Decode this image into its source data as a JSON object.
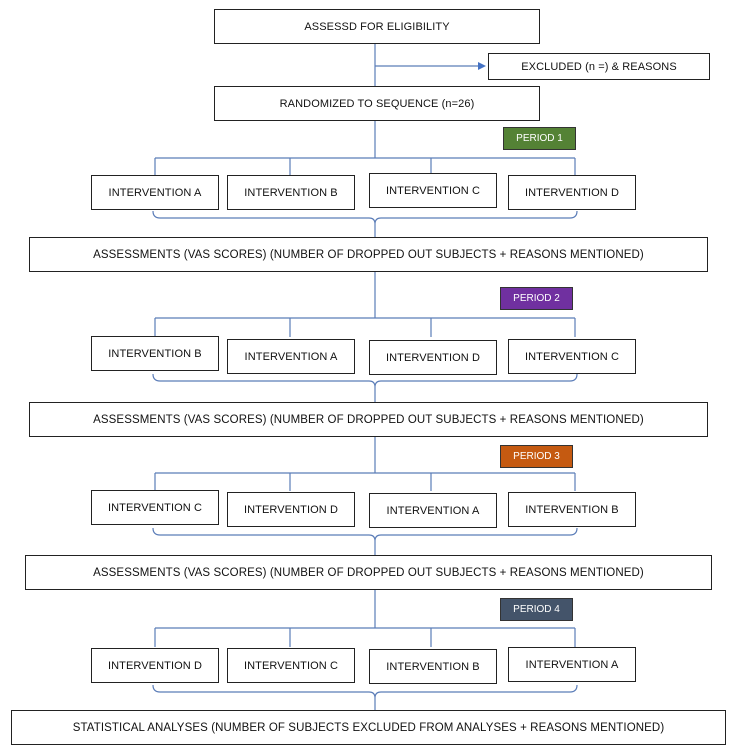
{
  "top": {
    "assessed": "ASSESSD FOR ELIGIBILITY",
    "excluded": "EXCLUDED (n =) & REASONS",
    "randomized": "RANDOMIZED TO SEQUENCE (n=26)"
  },
  "periods": [
    {
      "label": "PERIOD 1",
      "color": "#548235",
      "interventions": [
        "INTERVENTION A",
        "INTERVENTION B",
        "INTERVENTION C",
        "INTERVENTION D"
      ],
      "assessment": "ASSESSMENTS (VAS SCORES) (NUMBER OF DROPPED OUT SUBJECTS + REASONS MENTIONED)"
    },
    {
      "label": "PERIOD 2",
      "color": "#7030A0",
      "interventions": [
        "INTERVENTION B",
        "INTERVENTION A",
        "INTERVENTION D",
        "INTERVENTION C"
      ],
      "assessment": "ASSESSMENTS (VAS SCORES) (NUMBER OF DROPPED OUT SUBJECTS + REASONS MENTIONED)"
    },
    {
      "label": "PERIOD 3",
      "color": "#C55A11",
      "interventions": [
        "INTERVENTION C",
        "INTERVENTION D",
        "INTERVENTION A",
        "INTERVENTION B"
      ],
      "assessment": "ASSESSMENTS (VAS SCORES) (NUMBER OF DROPPED OUT SUBJECTS + REASONS MENTIONED)"
    },
    {
      "label": "PERIOD 4",
      "color": "#44546A",
      "interventions": [
        "INTERVENTION D",
        "INTERVENTION C",
        "INTERVENTION B",
        "INTERVENTION A"
      ],
      "assessment": "STATISTICAL ANALYSES (NUMBER OF SUBJECTS EXCLUDED FROM ANALYSES + REASONS MENTIONED)"
    }
  ],
  "colors": {
    "connector": "#5B7DB8",
    "arrow": "#4472C4"
  }
}
